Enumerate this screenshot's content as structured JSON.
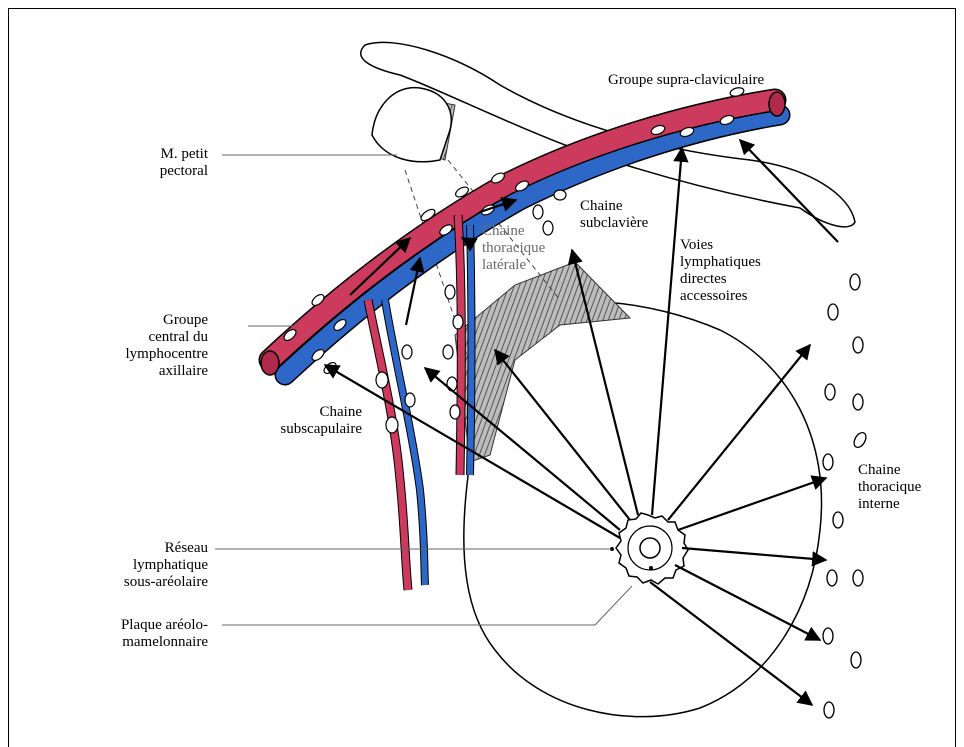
{
  "labels": {
    "supra_clav": "Groupe supra-claviculaire",
    "petit_pectoral": "M. petit\npectoral",
    "subclaviere": "Chaine\nsubclavière",
    "thoracique_laterale": "Chaine\nthoracique\nlatérale",
    "voies_directes": "Voies\nlymphatiques\ndirectes\naccessoires",
    "groupe_central": "Groupe\ncentral du\nlymphocentre\naxillaire",
    "subscapulaire": "Chaine\nsubscapulaire",
    "thoracique_interne": "Chaine\nthoracique\ninterne",
    "reseau": "Réseau\nlymphatique\nsous-aréolaire",
    "plaque": "Plaque aréolo-\nmamelonnaire"
  },
  "colors": {
    "artery": "#cc3a5e",
    "vein": "#2d68c8",
    "muscle": "#bdbdbd"
  }
}
